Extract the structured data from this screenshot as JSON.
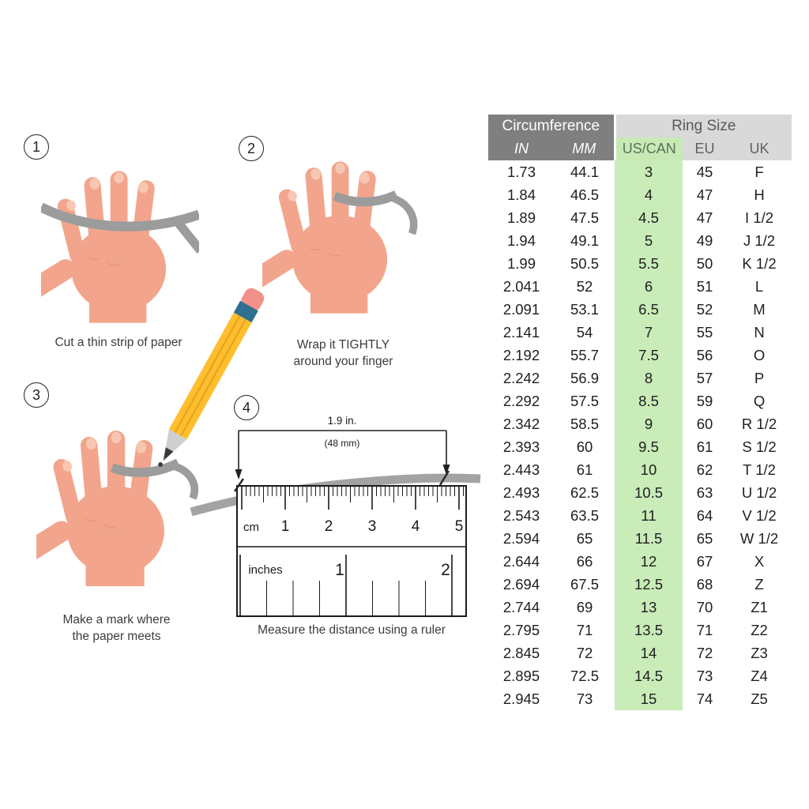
{
  "steps": [
    {
      "number": "1",
      "caption_lines": [
        "Cut a thin strip of paper"
      ]
    },
    {
      "number": "2",
      "caption_lines": [
        "Wrap it TIGHTLY",
        "around your finger"
      ]
    },
    {
      "number": "3",
      "caption_lines": [
        "Make a mark where",
        "the paper meets"
      ]
    },
    {
      "number": "4",
      "caption_lines": [
        "Measure the distance using a ruler"
      ]
    }
  ],
  "ruler": {
    "dimension_label_top": "1.9 in.",
    "dimension_label_bottom": "(48 mm)",
    "cm_unit_label": "cm",
    "cm_numbers": [
      "1",
      "2",
      "3",
      "4",
      "5"
    ],
    "inches_unit_label": "inches",
    "inch_numbers": [
      "1",
      "2"
    ]
  },
  "table": {
    "header_groups": [
      {
        "label": "Circumference",
        "colspan": 2
      },
      {
        "label": "Ring Size",
        "colspan": 3
      }
    ],
    "columns": [
      "IN",
      "MM",
      "US/CAN",
      "EU",
      "UK"
    ],
    "rows": [
      [
        "1.73",
        "44.1",
        "3",
        "45",
        "F"
      ],
      [
        "1.84",
        "46.5",
        "4",
        "47",
        "H"
      ],
      [
        "1.89",
        "47.5",
        "4.5",
        "47",
        "I 1/2"
      ],
      [
        "1.94",
        "49.1",
        "5",
        "49",
        "J 1/2"
      ],
      [
        "1.99",
        "50.5",
        "5.5",
        "50",
        "K 1/2"
      ],
      [
        "2.041",
        "52",
        "6",
        "51",
        "L"
      ],
      [
        "2.091",
        "53.1",
        "6.5",
        "52",
        "M"
      ],
      [
        "2.141",
        "54",
        "7",
        "55",
        "N"
      ],
      [
        "2.192",
        "55.7",
        "7.5",
        "56",
        "O"
      ],
      [
        "2.242",
        "56.9",
        "8",
        "57",
        "P"
      ],
      [
        "2.292",
        "57.5",
        "8.5",
        "59",
        "Q"
      ],
      [
        "2.342",
        "58.5",
        "9",
        "60",
        "R 1/2"
      ],
      [
        "2.393",
        "60",
        "9.5",
        "61",
        "S 1/2"
      ],
      [
        "2.443",
        "61",
        "10",
        "62",
        "T 1/2"
      ],
      [
        "2.493",
        "62.5",
        "10.5",
        "63",
        "U 1/2"
      ],
      [
        "2.543",
        "63.5",
        "11",
        "64",
        "V 1/2"
      ],
      [
        "2.594",
        "65",
        "11.5",
        "65",
        "W 1/2"
      ],
      [
        "2.644",
        "66",
        "12",
        "67",
        "X"
      ],
      [
        "2.694",
        "67.5",
        "12.5",
        "68",
        "Z"
      ],
      [
        "2.744",
        "69",
        "13",
        "70",
        "Z1"
      ],
      [
        "2.795",
        "71",
        "13.5",
        "71",
        "Z2"
      ],
      [
        "2.845",
        "72",
        "14",
        "72",
        "Z3"
      ],
      [
        "2.895",
        "72.5",
        "14.5",
        "73",
        "Z4"
      ],
      [
        "2.945",
        "73",
        "15",
        "74",
        "Z5"
      ]
    ],
    "colors": {
      "header_dark_bg": "#7f7f7f",
      "header_light_bg": "#d9d9d9",
      "highlight_green": "#c9ecb8",
      "skin_tone": "#f2a58c",
      "paper_gray": "#9c9c9c",
      "pencil_yellow": "#ffbe2e"
    }
  }
}
